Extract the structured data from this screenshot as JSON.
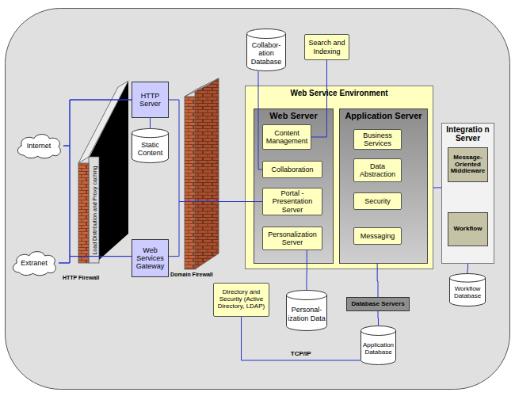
{
  "diagram": {
    "nodes": [
      {
        "text": [
          "Internet"
        ]
      },
      {
        "text": [
          "Extranet"
        ]
      },
      {
        "text": [
          "Load Distribution and Proxy caching",
          "HTTP Firewall"
        ]
      },
      {
        "text": [
          "HTTP Server"
        ]
      },
      {
        "text": [
          "Static Content"
        ]
      },
      {
        "text": [
          "Web Services Gateway"
        ]
      },
      {
        "text": [
          "Domain Firewall"
        ]
      },
      {
        "text": [
          "Collabor- ation Database"
        ]
      },
      {
        "text": [
          "Search and Indexing"
        ]
      },
      {
        "text": [
          "Web Service Environment"
        ]
      },
      {
        "text": [
          "Web Server"
        ],
        "in": 9
      },
      {
        "text": [
          "Content Management"
        ],
        "in": 10
      },
      {
        "text": [
          "Collaboration"
        ],
        "in": 10
      },
      {
        "text": [
          "Portal - Presentation Server"
        ],
        "in": 10
      },
      {
        "text": [
          "Personalization Server"
        ],
        "in": 10
      },
      {
        "text": [
          "Application Server"
        ],
        "in": 9
      },
      {
        "text": [
          "Business Services"
        ],
        "in": 15
      },
      {
        "text": [
          "Data Abstraction"
        ],
        "in": 15
      },
      {
        "text": [
          "Security"
        ],
        "in": 15
      },
      {
        "text": [
          "Messaging"
        ],
        "in": 15
      },
      {
        "text": [
          "Integratio n Server"
        ]
      },
      {
        "text": [
          "Message- Oriented Middleware"
        ],
        "in": 20
      },
      {
        "text": [
          "Workflow"
        ],
        "in": 20
      },
      {
        "text": [
          "Workflow Database"
        ]
      },
      {
        "text": [
          "Directory and Security (Active Directory, LDAP)"
        ]
      },
      {
        "text": [
          "Personal- ization Data"
        ]
      },
      {
        "text": [
          "Database Servers"
        ]
      },
      {
        "text": [
          "Application Database"
        ]
      }
    ],
    "edges": [
      {
        "from": 0,
        "to": 3,
        "arrow": "none"
      },
      {
        "from": 0,
        "to": 5,
        "arrow": "none"
      },
      {
        "from": 1,
        "to": 3,
        "arrow": "none"
      },
      {
        "from": 1,
        "to": 5,
        "arrow": "none"
      },
      {
        "from": 3,
        "to": 4,
        "arrow": "none"
      },
      {
        "from": 3,
        "to": 13,
        "arrow": "none"
      },
      {
        "from": 5,
        "to": 13,
        "arrow": "none"
      },
      {
        "from": 7,
        "to": 12,
        "arrow": "none"
      },
      {
        "from": 8,
        "to": 11,
        "arrow": "none"
      },
      {
        "from": 14,
        "to": 25,
        "arrow": "none"
      },
      {
        "from": 9,
        "to": 20,
        "arrow": "none"
      },
      {
        "from": 20,
        "to": 23,
        "arrow": "none"
      },
      {
        "from": 15,
        "to": 26,
        "arrow": "none"
      },
      {
        "from": 26,
        "to": 27,
        "arrow": "none"
      },
      {
        "from": 24,
        "to": 27,
        "label": "TCP/IP",
        "arrow": "none"
      }
    ]
  }
}
